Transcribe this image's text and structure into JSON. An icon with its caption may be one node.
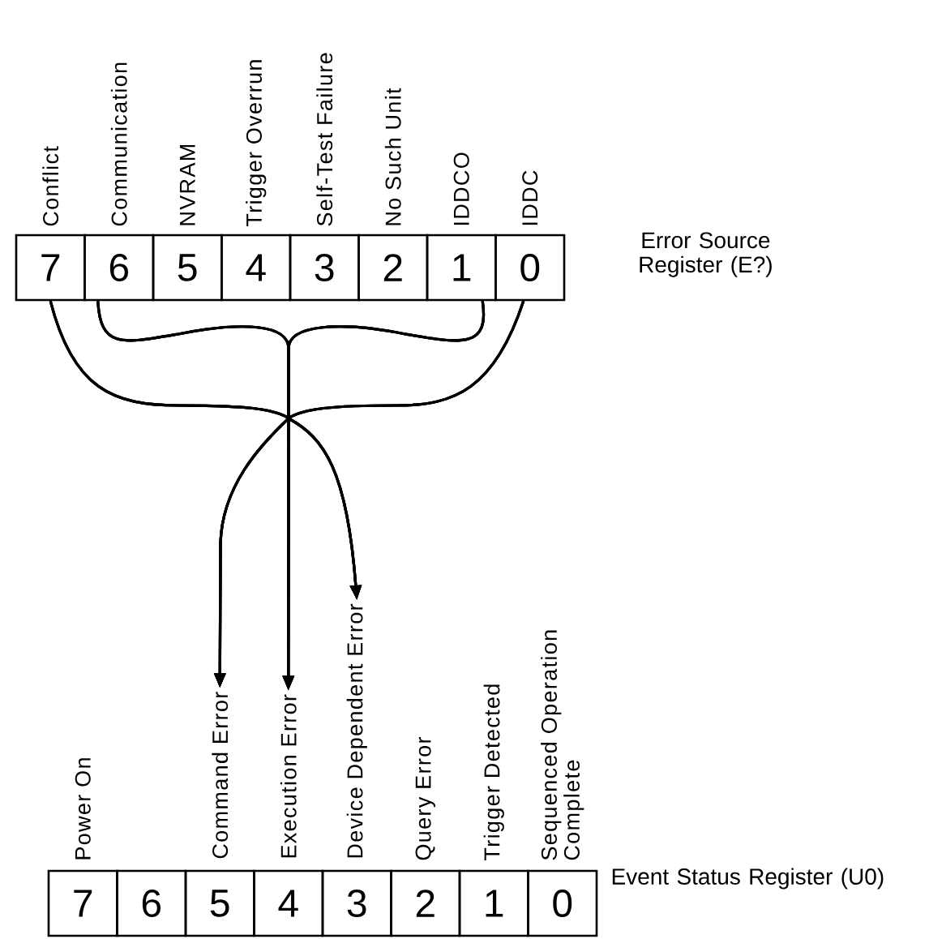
{
  "diagram": {
    "nodes": [
      {
        "text": [
          "7"
        ],
        "beside": [
          "Conflict"
        ]
      },
      {
        "text": [
          "6"
        ],
        "beside": [
          "Communication"
        ]
      },
      {
        "text": [
          "5"
        ],
        "beside": [
          "NVRAM"
        ]
      },
      {
        "text": [
          "4"
        ],
        "beside": [
          "Trigger Overrun"
        ]
      },
      {
        "text": [
          "3"
        ],
        "beside": [
          "Self-Test Failure"
        ]
      },
      {
        "text": [
          "2"
        ],
        "beside": [
          "No Such Unit"
        ]
      },
      {
        "text": [
          "1"
        ],
        "beside": [
          "IDDCO"
        ]
      },
      {
        "text": [
          "0"
        ],
        "beside": [
          "IDDC"
        ]
      },
      {
        "text": [
          "7"
        ],
        "beside": [
          "Power On"
        ]
      },
      {
        "text": [
          "6"
        ]
      },
      {
        "text": [
          "5"
        ]
      },
      {
        "text": [
          "4"
        ]
      },
      {
        "text": [
          "3"
        ]
      },
      {
        "text": [
          "2"
        ],
        "beside": [
          "Query Error"
        ]
      },
      {
        "text": [
          "1"
        ],
        "beside": [
          "Trigger Detected"
        ]
      },
      {
        "text": [
          "0"
        ],
        "beside": [
          "Sequenced Operation Complete"
        ]
      },
      {
        "text": [
          "Command Error"
        ]
      },
      {
        "text": [
          "Execution Error"
        ]
      },
      {
        "text": [
          "Device Dependent Error"
        ]
      }
    ],
    "edges": [
      {
        "from": 0,
        "to": 16,
        "arrow": "to"
      },
      {
        "from": 0,
        "to": 17,
        "arrow": "to"
      },
      {
        "from": 0,
        "to": 18,
        "arrow": "to"
      },
      {
        "from": 1,
        "to": 16,
        "arrow": "to"
      },
      {
        "from": 1,
        "to": 17,
        "arrow": "to"
      },
      {
        "from": 1,
        "to": 18,
        "arrow": "to"
      },
      {
        "from": 6,
        "to": 16,
        "arrow": "to"
      },
      {
        "from": 6,
        "to": 17,
        "arrow": "to"
      },
      {
        "from": 6,
        "to": 18,
        "arrow": "to"
      },
      {
        "from": 7,
        "to": 16,
        "arrow": "to"
      },
      {
        "from": 7,
        "to": 17,
        "arrow": "to"
      },
      {
        "from": 7,
        "to": 18,
        "arrow": "to"
      }
    ],
    "labels": [
      "Error Source Register (E?)",
      "Event Status Register (U0)"
    ]
  }
}
